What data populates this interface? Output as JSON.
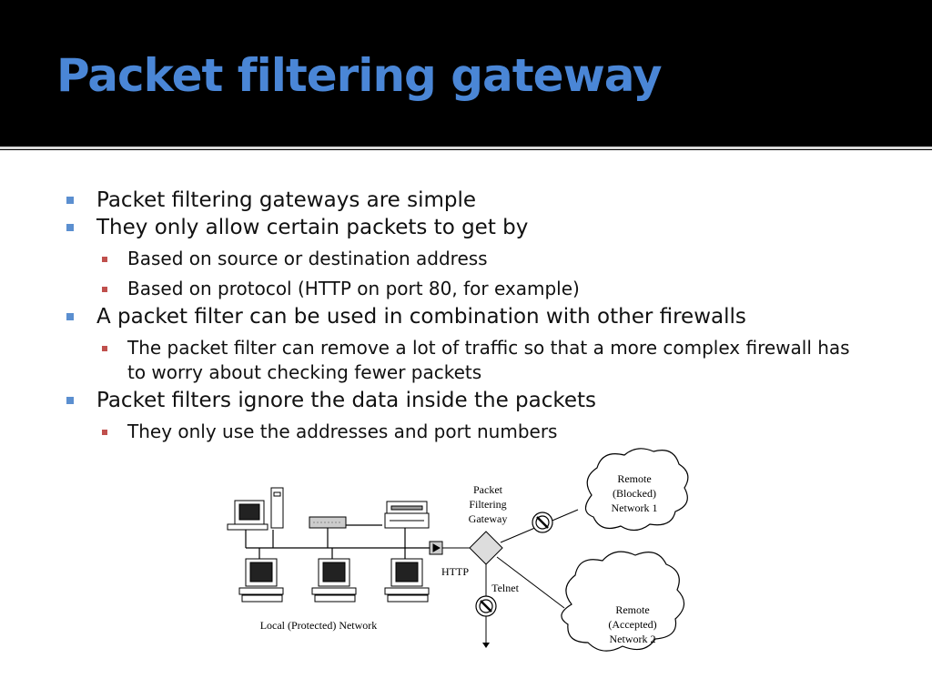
{
  "slide": {
    "title": "Packet filtering gateway",
    "bullets": [
      {
        "level": 1,
        "text": "Packet filtering gateways are simple"
      },
      {
        "level": 1,
        "text": "They only allow certain packets to get by"
      },
      {
        "level": 2,
        "text": "Based on source or destination address"
      },
      {
        "level": 2,
        "text": "Based on protocol (HTTP on port 80, for example)"
      },
      {
        "level": 1,
        "text": "A packet filter can be used in combination with other firewalls"
      },
      {
        "level": 2,
        "text": "The packet filter can remove a lot of traffic so that a more complex firewall has to worry about checking fewer packets"
      },
      {
        "level": 1,
        "text": "Packet filters ignore the data inside the packets"
      },
      {
        "level": 2,
        "text": "They only use the addresses and port numbers"
      }
    ]
  },
  "diagram": {
    "gateway_label": [
      "Packet",
      "Filtering",
      "Gateway"
    ],
    "remote_blocked": [
      "Remote",
      "(Blocked)",
      "Network 1"
    ],
    "remote_accepted": [
      "Remote",
      "(Accepted)",
      "Network 2"
    ],
    "http_label": "HTTP",
    "telnet_label": "Telnet",
    "local_label": "Local (Protected) Network"
  },
  "colors": {
    "title": "#4a86d6",
    "bullet_l1": "#5b8fd0",
    "bullet_l2": "#c0504d"
  }
}
